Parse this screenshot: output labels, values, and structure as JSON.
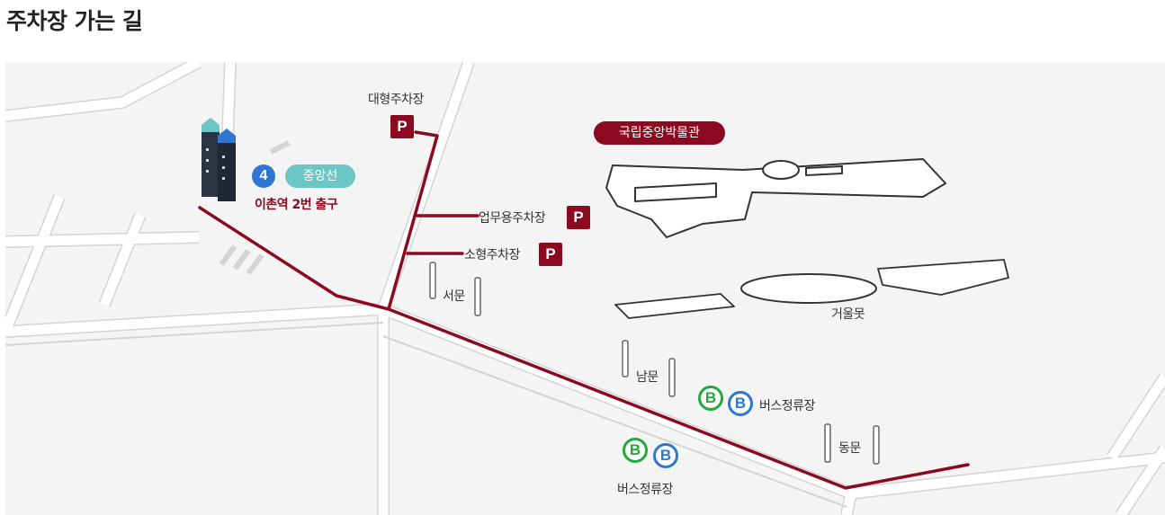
{
  "page": {
    "title": "주차장 가는 길"
  },
  "map": {
    "museum_label": "국립중앙박물관",
    "subway": {
      "line_number": "4",
      "line_name": "중앙선",
      "exit_label": "이촌역 2번 출구"
    },
    "parking": {
      "large": "대형주차장",
      "business": "업무용주차장",
      "small": "소형주차장",
      "icon_letter": "P"
    },
    "gates": {
      "west": "서문",
      "south": "남문",
      "east": "동문"
    },
    "pond": "거울못",
    "bus_stops": [
      {
        "label": "버스정류장"
      },
      {
        "label": "버스정류장"
      }
    ],
    "bus_icon_letter": "B",
    "colors": {
      "route": "#8c0a20",
      "subway_line": "#2f76d2",
      "line_badge": "#6dc6c6",
      "bus_green": "#22a83b",
      "bus_blue": "#2f76d2",
      "map_background": "#f4f4f4",
      "road": "#ffffff"
    }
  }
}
